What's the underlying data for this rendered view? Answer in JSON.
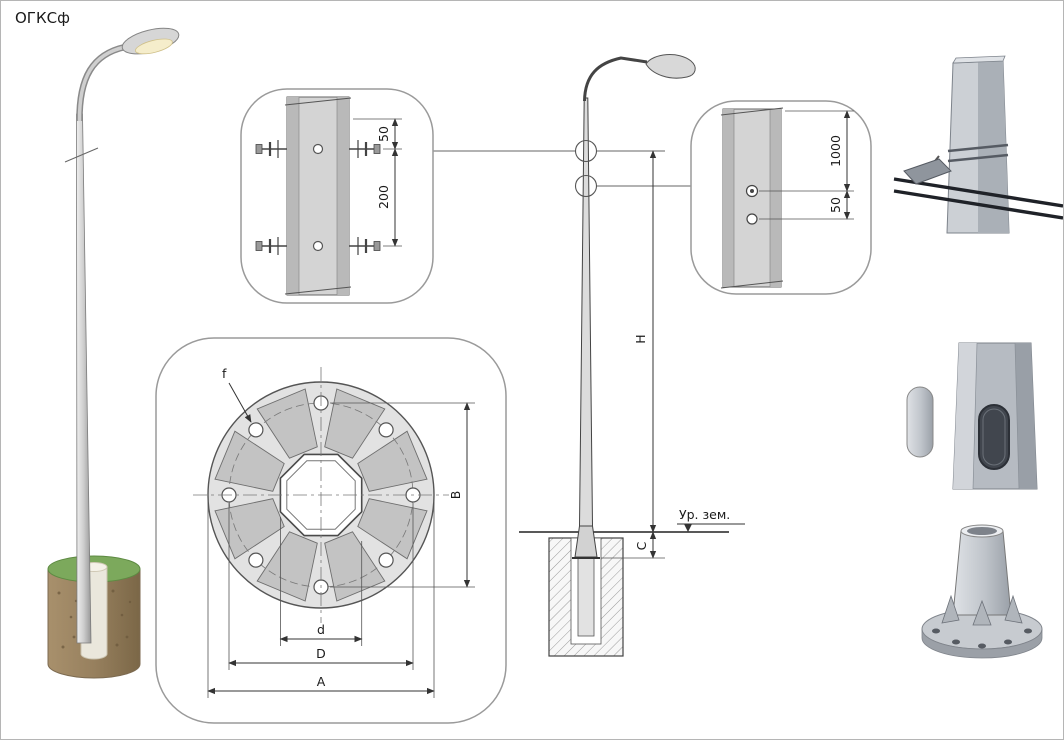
{
  "title": "ОГКСф",
  "pole_clamp_detail": {
    "dim_top": "50",
    "dim_between": "200"
  },
  "flange_detail": {
    "hole_label": "f",
    "dim_vertical": "B",
    "dim_inner": "d",
    "dim_bolt_circle": "D",
    "dim_outer": "A"
  },
  "elevation": {
    "height_label": "H",
    "embedment_label": "C",
    "ground_level_label": "Ур. зем."
  },
  "band_detail": {
    "dim_span": "1000",
    "dim_offset": "50"
  },
  "colors": {
    "line": "#333333",
    "plate_fill": "#e2e2e2",
    "callout_border": "#9a9a9a",
    "soil": "#97805e",
    "grass": "#7ca95c",
    "cable": "#1f2228"
  }
}
